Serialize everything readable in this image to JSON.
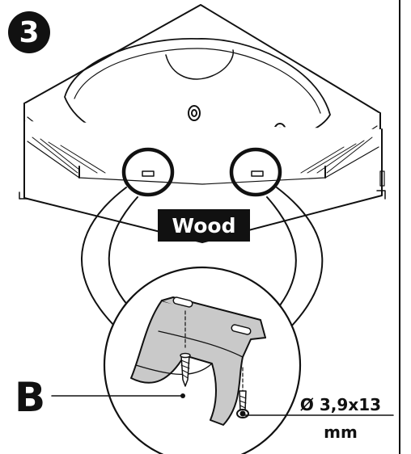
{
  "step": {
    "number": "3"
  },
  "material": {
    "label": "Wood"
  },
  "part": {
    "letter": "B"
  },
  "screw": {
    "size": "Ø 3,9x13",
    "unit": "mm"
  },
  "colors": {
    "ink": "#111111",
    "bracket_fill": "#c9c9c9",
    "paper": "#ffffff"
  },
  "icons": {
    "step_badge": "numbered-circle",
    "callout": "magnify-circle"
  }
}
